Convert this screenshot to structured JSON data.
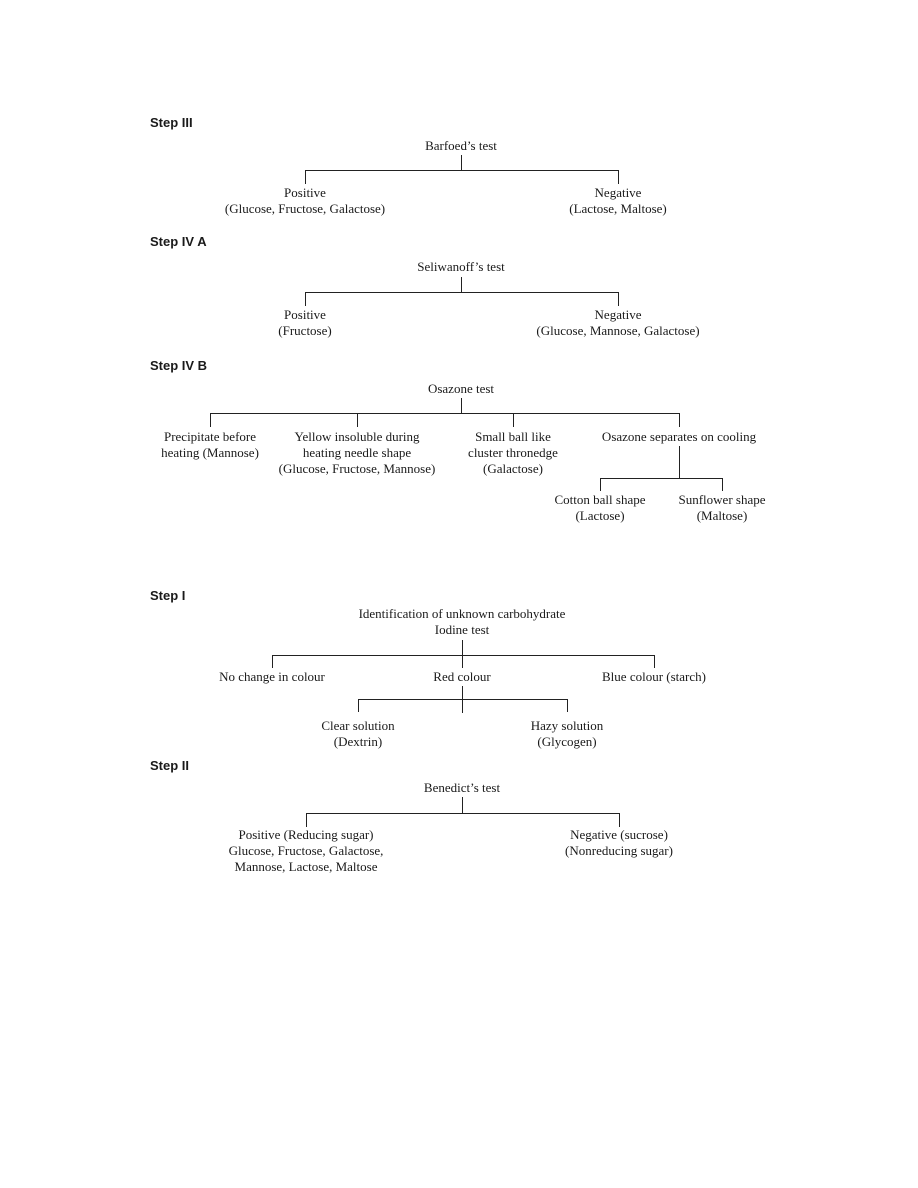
{
  "step3": {
    "label": "Step III",
    "root": "Barfoed’s test",
    "positive": {
      "title": "Positive",
      "detail": "(Glucose, Fructose, Galactose)"
    },
    "negative": {
      "title": "Negative",
      "detail": "(Lactose, Maltose)"
    }
  },
  "step4a": {
    "label": "Step IV A",
    "root": "Seliwanoff’s test",
    "positive": {
      "title": "Positive",
      "detail": "(Fructose)"
    },
    "negative": {
      "title": "Negative",
      "detail": "(Glucose, Mannose, Galactose)"
    }
  },
  "step4b": {
    "label": "Step IV B",
    "root": "Osazone test",
    "branches": [
      {
        "lines": [
          "Precipitate before",
          "heating (Mannose)"
        ]
      },
      {
        "lines": [
          "Yellow insoluble during",
          "heating needle shape",
          "(Glucose, Fructose, Mannose)"
        ]
      },
      {
        "lines": [
          "Small ball like",
          "cluster thronedge",
          "(Galactose)"
        ]
      },
      {
        "lines": [
          "Osazone separates on cooling"
        ]
      }
    ],
    "sub_branches": [
      {
        "lines": [
          "Cotton ball shape",
          "(Lactose)"
        ]
      },
      {
        "lines": [
          "Sunflower shape",
          "(Maltose)"
        ]
      }
    ]
  },
  "step1": {
    "label": "Step I",
    "root_line1": "Identification of unknown carbohydrate",
    "root_line2": "Iodine test",
    "branches": [
      "No change in colour",
      "Red colour",
      "Blue colour (starch)"
    ],
    "sub_branches": [
      {
        "title": "Clear solution",
        "detail": "(Dextrin)"
      },
      {
        "title": "Hazy solution",
        "detail": "(Glycogen)"
      }
    ]
  },
  "step2": {
    "label": "Step II",
    "root": "Benedict’s test",
    "positive": {
      "lines": [
        "Positive (Reducing sugar)",
        "Glucose, Fructose, Galactose,",
        "Mannose, Lactose, Maltose"
      ]
    },
    "negative": {
      "lines": [
        "Negative (sucrose)",
        "(Nonreducing sugar)"
      ]
    }
  }
}
